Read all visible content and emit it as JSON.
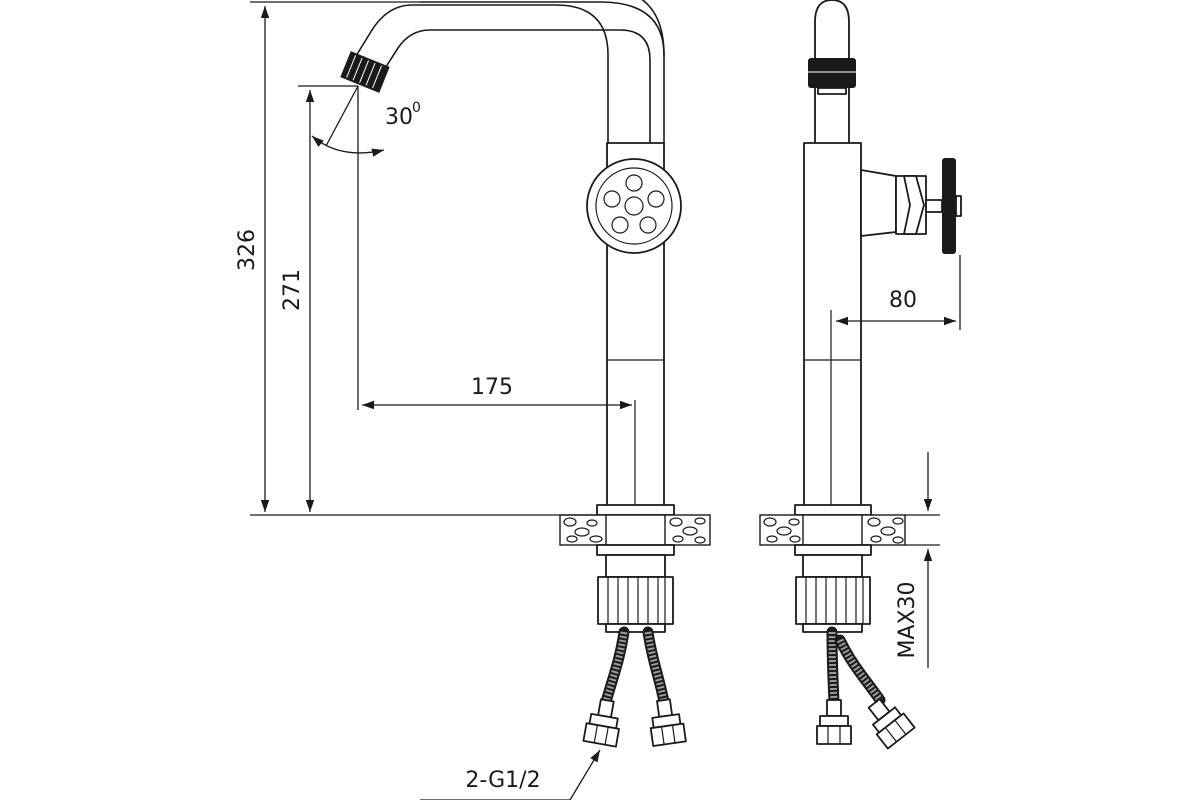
{
  "dimensions": {
    "total_height": "326",
    "spout_height": "271",
    "spout_reach": "175",
    "handle_offset": "80",
    "spout_angle": "30",
    "spout_angle_unit": "0",
    "max_deck_thickness": "MAX30",
    "connection_thread": "2-G1/2"
  }
}
